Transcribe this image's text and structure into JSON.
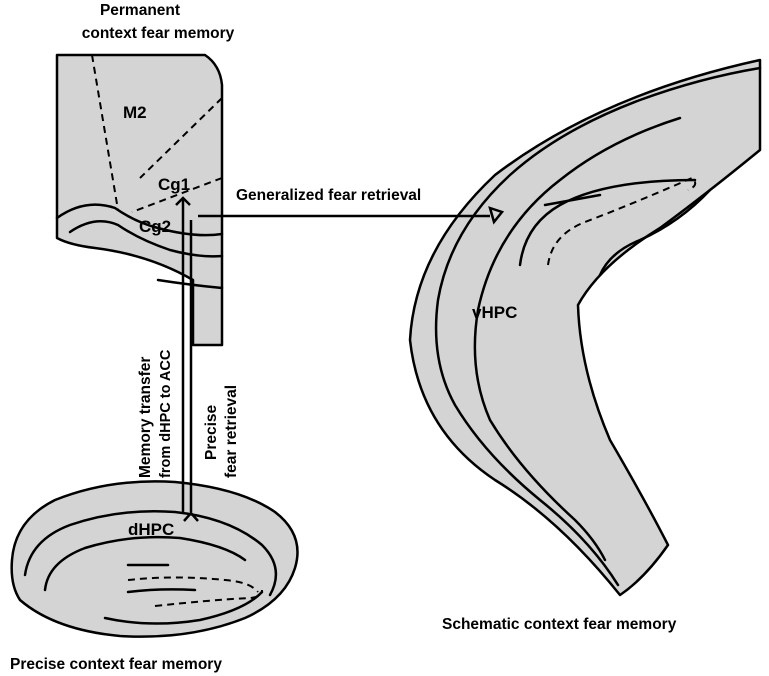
{
  "labels": {
    "acc_title_line1": "Permanent",
    "acc_title_line2": "context fear memory",
    "m2": "M2",
    "cg1": "Cg1",
    "cg2": "Cg2",
    "generalized_retrieval": "Generalized fear retrieval",
    "vhpc": "vHPC",
    "dhpc": "dHPC",
    "memory_transfer_line1": "Memory transfer",
    "memory_transfer_line2": "from dHPC to ACC",
    "precise_retrieval_line1": "Precise",
    "precise_retrieval_line2": "fear retrieval",
    "schematic_caption": "Schematic context fear memory",
    "precise_caption": "Precise context fear memory"
  },
  "colors": {
    "tissue_fill": "#d4d4d4",
    "stroke": "#000000",
    "background": "#ffffff"
  }
}
